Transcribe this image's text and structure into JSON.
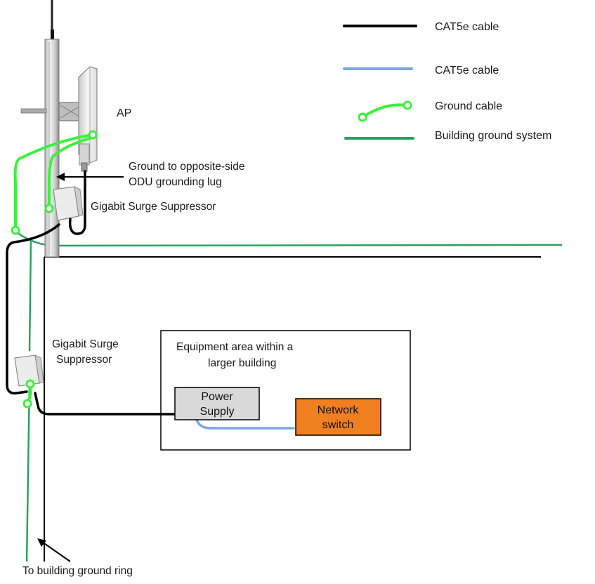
{
  "legend": {
    "items": [
      {
        "label": "CAT5e cable",
        "color": "#000000"
      },
      {
        "label": "CAT5e cable",
        "color": "#7ba7e0"
      },
      {
        "label": "Ground cable",
        "color": "#3df03d"
      },
      {
        "label": "Building ground system",
        "color": "#2e9e62"
      }
    ]
  },
  "labels": {
    "ap": "AP",
    "ground_lug_line1": "Ground to opposite-side",
    "ground_lug_line2": "ODU grounding lug",
    "surge_top": "Gigabit Surge Suppressor",
    "surge_bottom_line1": "Gigabit Surge",
    "surge_bottom_line2": "Suppressor",
    "equipment_area_line1": "Equipment area within a",
    "equipment_area_line2": "larger building",
    "ground_ring": "To building ground ring"
  },
  "power_supply": {
    "line1": "Power",
    "line2": "Supply",
    "fill": "#d9d9d9"
  },
  "network_switch": {
    "line1": "Network",
    "line2": "switch",
    "fill": "#f07f1f"
  },
  "colors": {
    "cat5e_black": "#000000",
    "cat5e_blue": "#7ba7e0",
    "ground_cable": "#3df03d",
    "building_ground": "#2e9e62"
  }
}
